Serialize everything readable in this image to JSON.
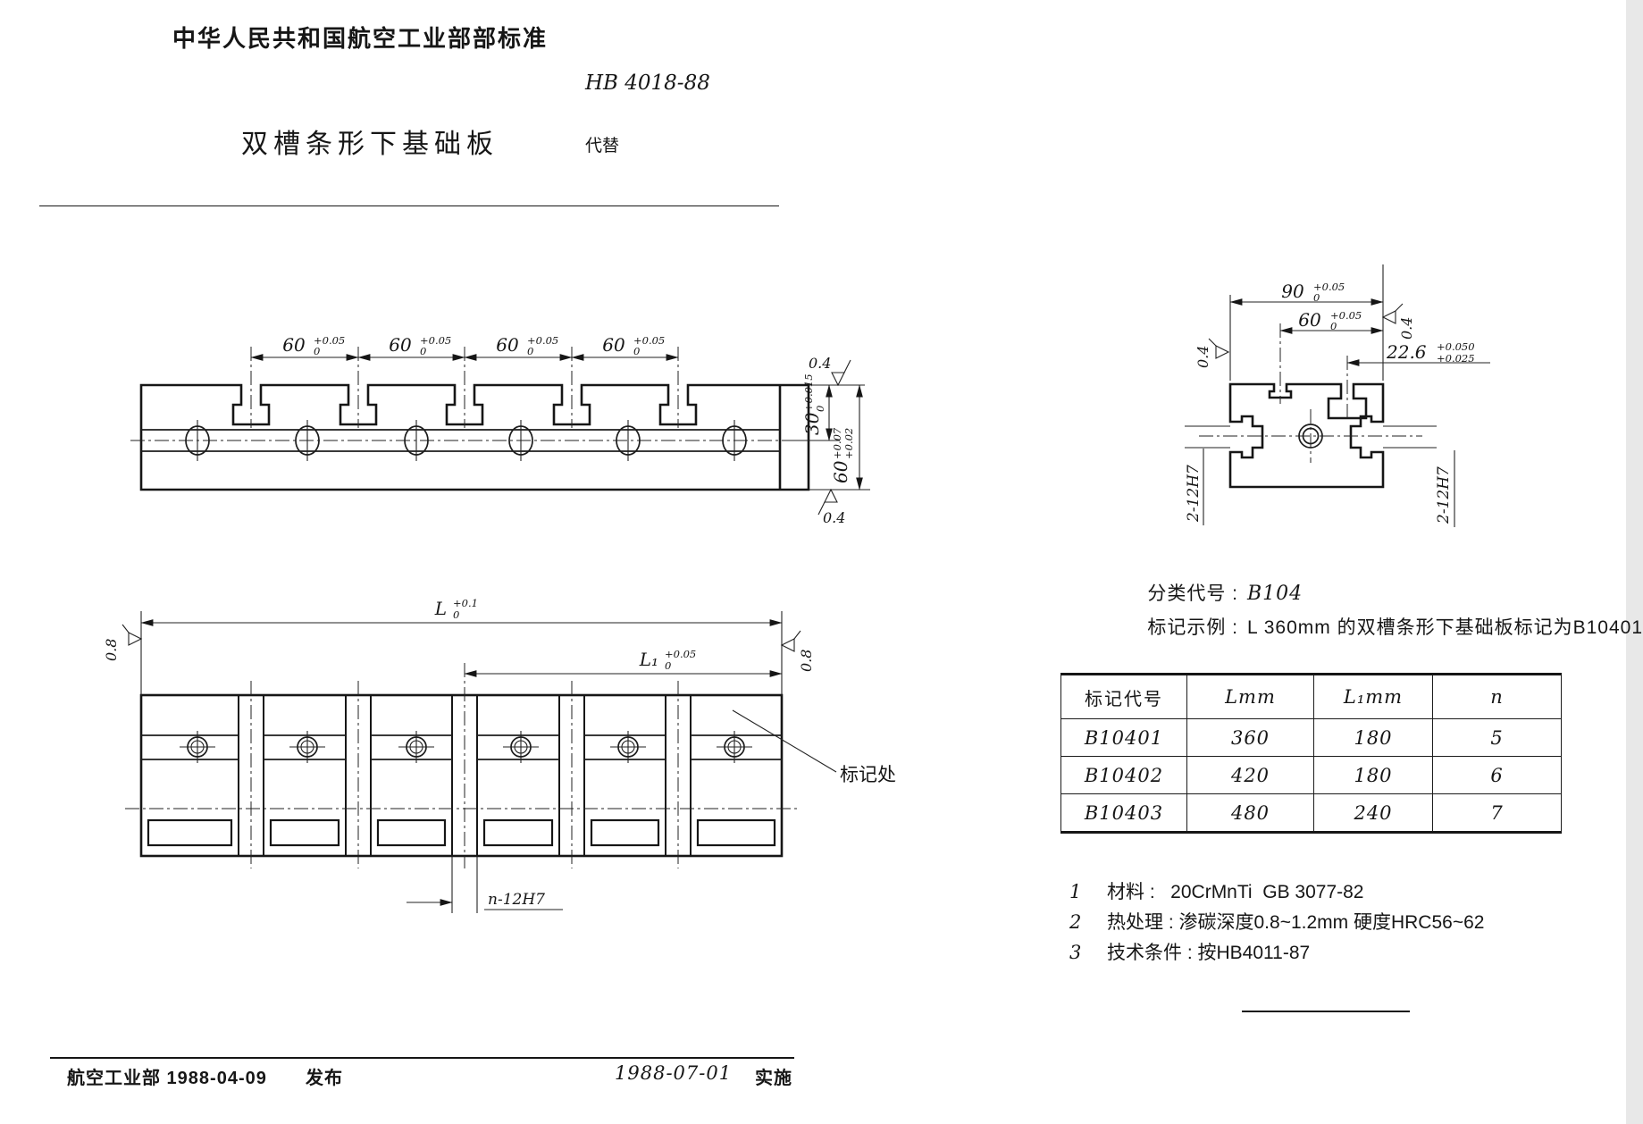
{
  "header": {
    "org_standard": "中华人民共和国航空工业部部标准",
    "standard_no": "HB 4018-88",
    "part_title": "双槽条形下基础板",
    "replaces_label": "代替"
  },
  "front_view": {
    "slot_pitch_dims": [
      {
        "v": "60",
        "sup": "+0.05",
        "sub": "0"
      },
      {
        "v": "60",
        "sup": "+0.05",
        "sub": "0"
      },
      {
        "v": "60",
        "sup": "+0.05",
        "sub": "0"
      },
      {
        "v": "60",
        "sup": "+0.05",
        "sub": "0"
      }
    ],
    "surface_top": "0.4",
    "surface_bottom": "0.4",
    "dim_depth": {
      "v": "30",
      "sup": "+0.015",
      "sub": "0"
    },
    "dim_height": {
      "v": "60",
      "sup": "+0.07",
      "sub": "+0.02"
    }
  },
  "section_view": {
    "dim_width": {
      "v": "90",
      "sup": "+0.05",
      "sub": "0"
    },
    "dim_slot_offset": {
      "v": "60",
      "sup": "+0.05",
      "sub": "0"
    },
    "dim_tslot": {
      "v": "22.6",
      "sup": "+0.050",
      "sub": "+0.025"
    },
    "surface_left": "0.4",
    "surface_right": "0.4",
    "side_slot_label_left": "2-12H7",
    "side_slot_label_right": "2-12H7"
  },
  "plan_view": {
    "dim_length": {
      "v": "L",
      "sup": "+0.1",
      "sub": "0"
    },
    "dim_length1": {
      "v": "L₁",
      "sup": "+0.05",
      "sub": "0"
    },
    "surface_left": "0.8",
    "surface_right": "0.8",
    "mark_location_label": "标记处",
    "hole_label": "n-12H7"
  },
  "classification": {
    "code_label": "分类代号 :",
    "code_value": "B104",
    "example_label": "标记示例 :",
    "example_value": "L 360mm 的双槽条形下基础板标记为B10401"
  },
  "table": {
    "headers": [
      "标记代号",
      "Lmm",
      "L₁mm",
      "n"
    ],
    "rows": [
      [
        "B10401",
        "360",
        "180",
        "5"
      ],
      [
        "B10402",
        "420",
        "180",
        "6"
      ],
      [
        "B10403",
        "480",
        "240",
        "7"
      ]
    ]
  },
  "notes": [
    {
      "no": "1",
      "text": "材料 :   20CrMnTi  GB 3077-82"
    },
    {
      "no": "2",
      "text": "热处理 : 渗碳深度0.8~1.2mm 硬度HRC56~62"
    },
    {
      "no": "3",
      "text": "技术条件 : 按HB4011-87"
    }
  ],
  "footer": {
    "publisher": "航空工业部 1988-04-09",
    "publish_label": "发布",
    "implement_date": "1988-07-01",
    "implement_label": "实施"
  }
}
